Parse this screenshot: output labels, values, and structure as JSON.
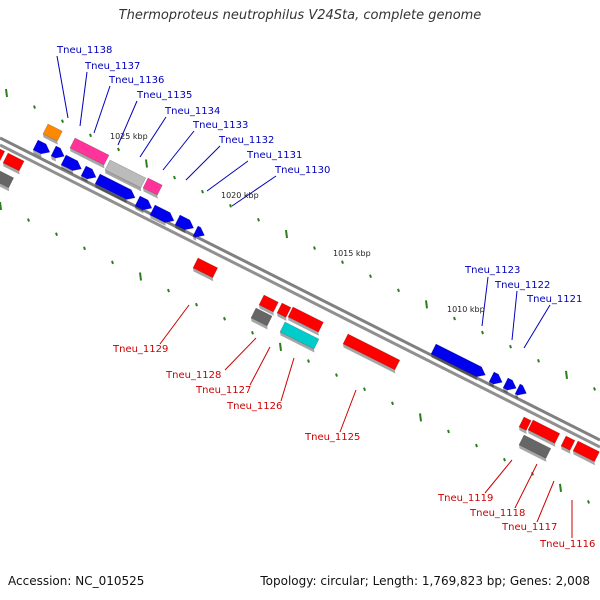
{
  "header": {
    "title": "Thermoproteus neutrophilus V24Sta, complete genome"
  },
  "footer": {
    "accession": "Accession: NC_010525",
    "summary": "Topology: circular; Length: 1,769,823 bp; Genes: 2,008"
  },
  "colors": {
    "forward_label": "#0000bb",
    "reverse_label": "#cc0000",
    "backbone": "#808080",
    "tick": "#2e7d1e",
    "blue_gene": "#0000ee",
    "red_gene": "#ff0000",
    "gray_gene": "#666666",
    "light_gray_gene": "#bbbbbb",
    "pink_gene": "#ff3399",
    "orange_gene": "#ff8800",
    "cyan_gene": "#00cccc"
  },
  "scale_labels": [
    "1025 kbp",
    "1020 kbp",
    "1015 kbp",
    "1010 kbp"
  ],
  "forward_genes": [
    "Tneu_1138",
    "Tneu_1137",
    "Tneu_1136",
    "Tneu_1135",
    "Tneu_1134",
    "Tneu_1133",
    "Tneu_1132",
    "Tneu_1131",
    "Tneu_1130",
    "Tneu_1123",
    "Tneu_1122",
    "Tneu_1121"
  ],
  "reverse_genes": [
    "Tneu_1129",
    "Tneu_1128",
    "Tneu_1127",
    "Tneu_1126",
    "Tneu_1125",
    "Tneu_1119",
    "Tneu_1118",
    "Tneu_1117",
    "Tneu_1116"
  ]
}
